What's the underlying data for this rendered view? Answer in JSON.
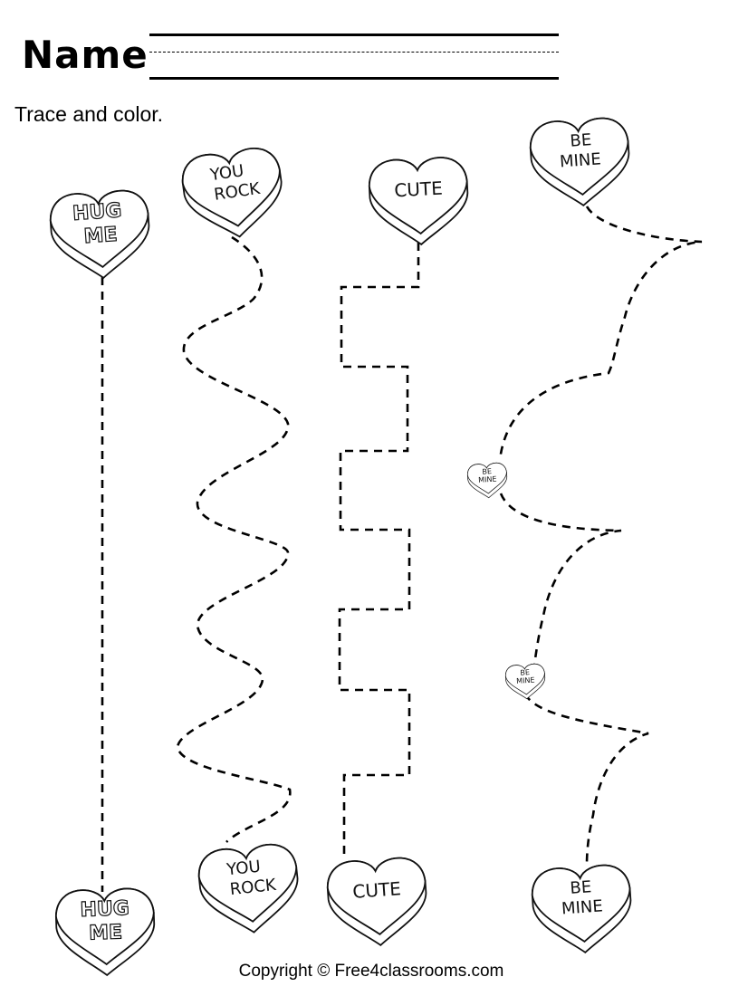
{
  "header": {
    "name_label": "Name"
  },
  "instructions": "Trace and color.",
  "footer": {
    "copyright": "Copyright © Free4classrooms.com"
  },
  "hearts": {
    "hug_top": {
      "line1": "HUG",
      "line2": "ME"
    },
    "rock_top": {
      "line1": "YOU",
      "line2": "ROCK"
    },
    "cute_top": {
      "line1": "CUTE"
    },
    "mine_top": {
      "line1": "BE",
      "line2": "MINE"
    },
    "mine_small_1": {
      "line1": "BE",
      "line2": "MINE"
    },
    "mine_small_2": {
      "line1": "BE",
      "line2": "MINE"
    },
    "hug_bottom": {
      "line1": "HUG",
      "line2": "ME"
    },
    "rock_bottom": {
      "line1": "YOU",
      "line2": "ROCK"
    },
    "cute_bottom": {
      "line1": "CUTE"
    },
    "mine_bottom": {
      "line1": "BE",
      "line2": "MINE"
    }
  },
  "paths": [
    {
      "name": "straight-line",
      "from": "HUG ME",
      "to": "HUG ME"
    },
    {
      "name": "wavy-line",
      "from": "YOU ROCK",
      "to": "YOU ROCK"
    },
    {
      "name": "zigzag-square-line",
      "from": "CUTE",
      "to": "CUTE"
    },
    {
      "name": "curved-scallop-line",
      "from": "BE MINE",
      "to": "BE MINE"
    }
  ],
  "colors": {
    "ink": "#000000",
    "paper": "#ffffff"
  }
}
